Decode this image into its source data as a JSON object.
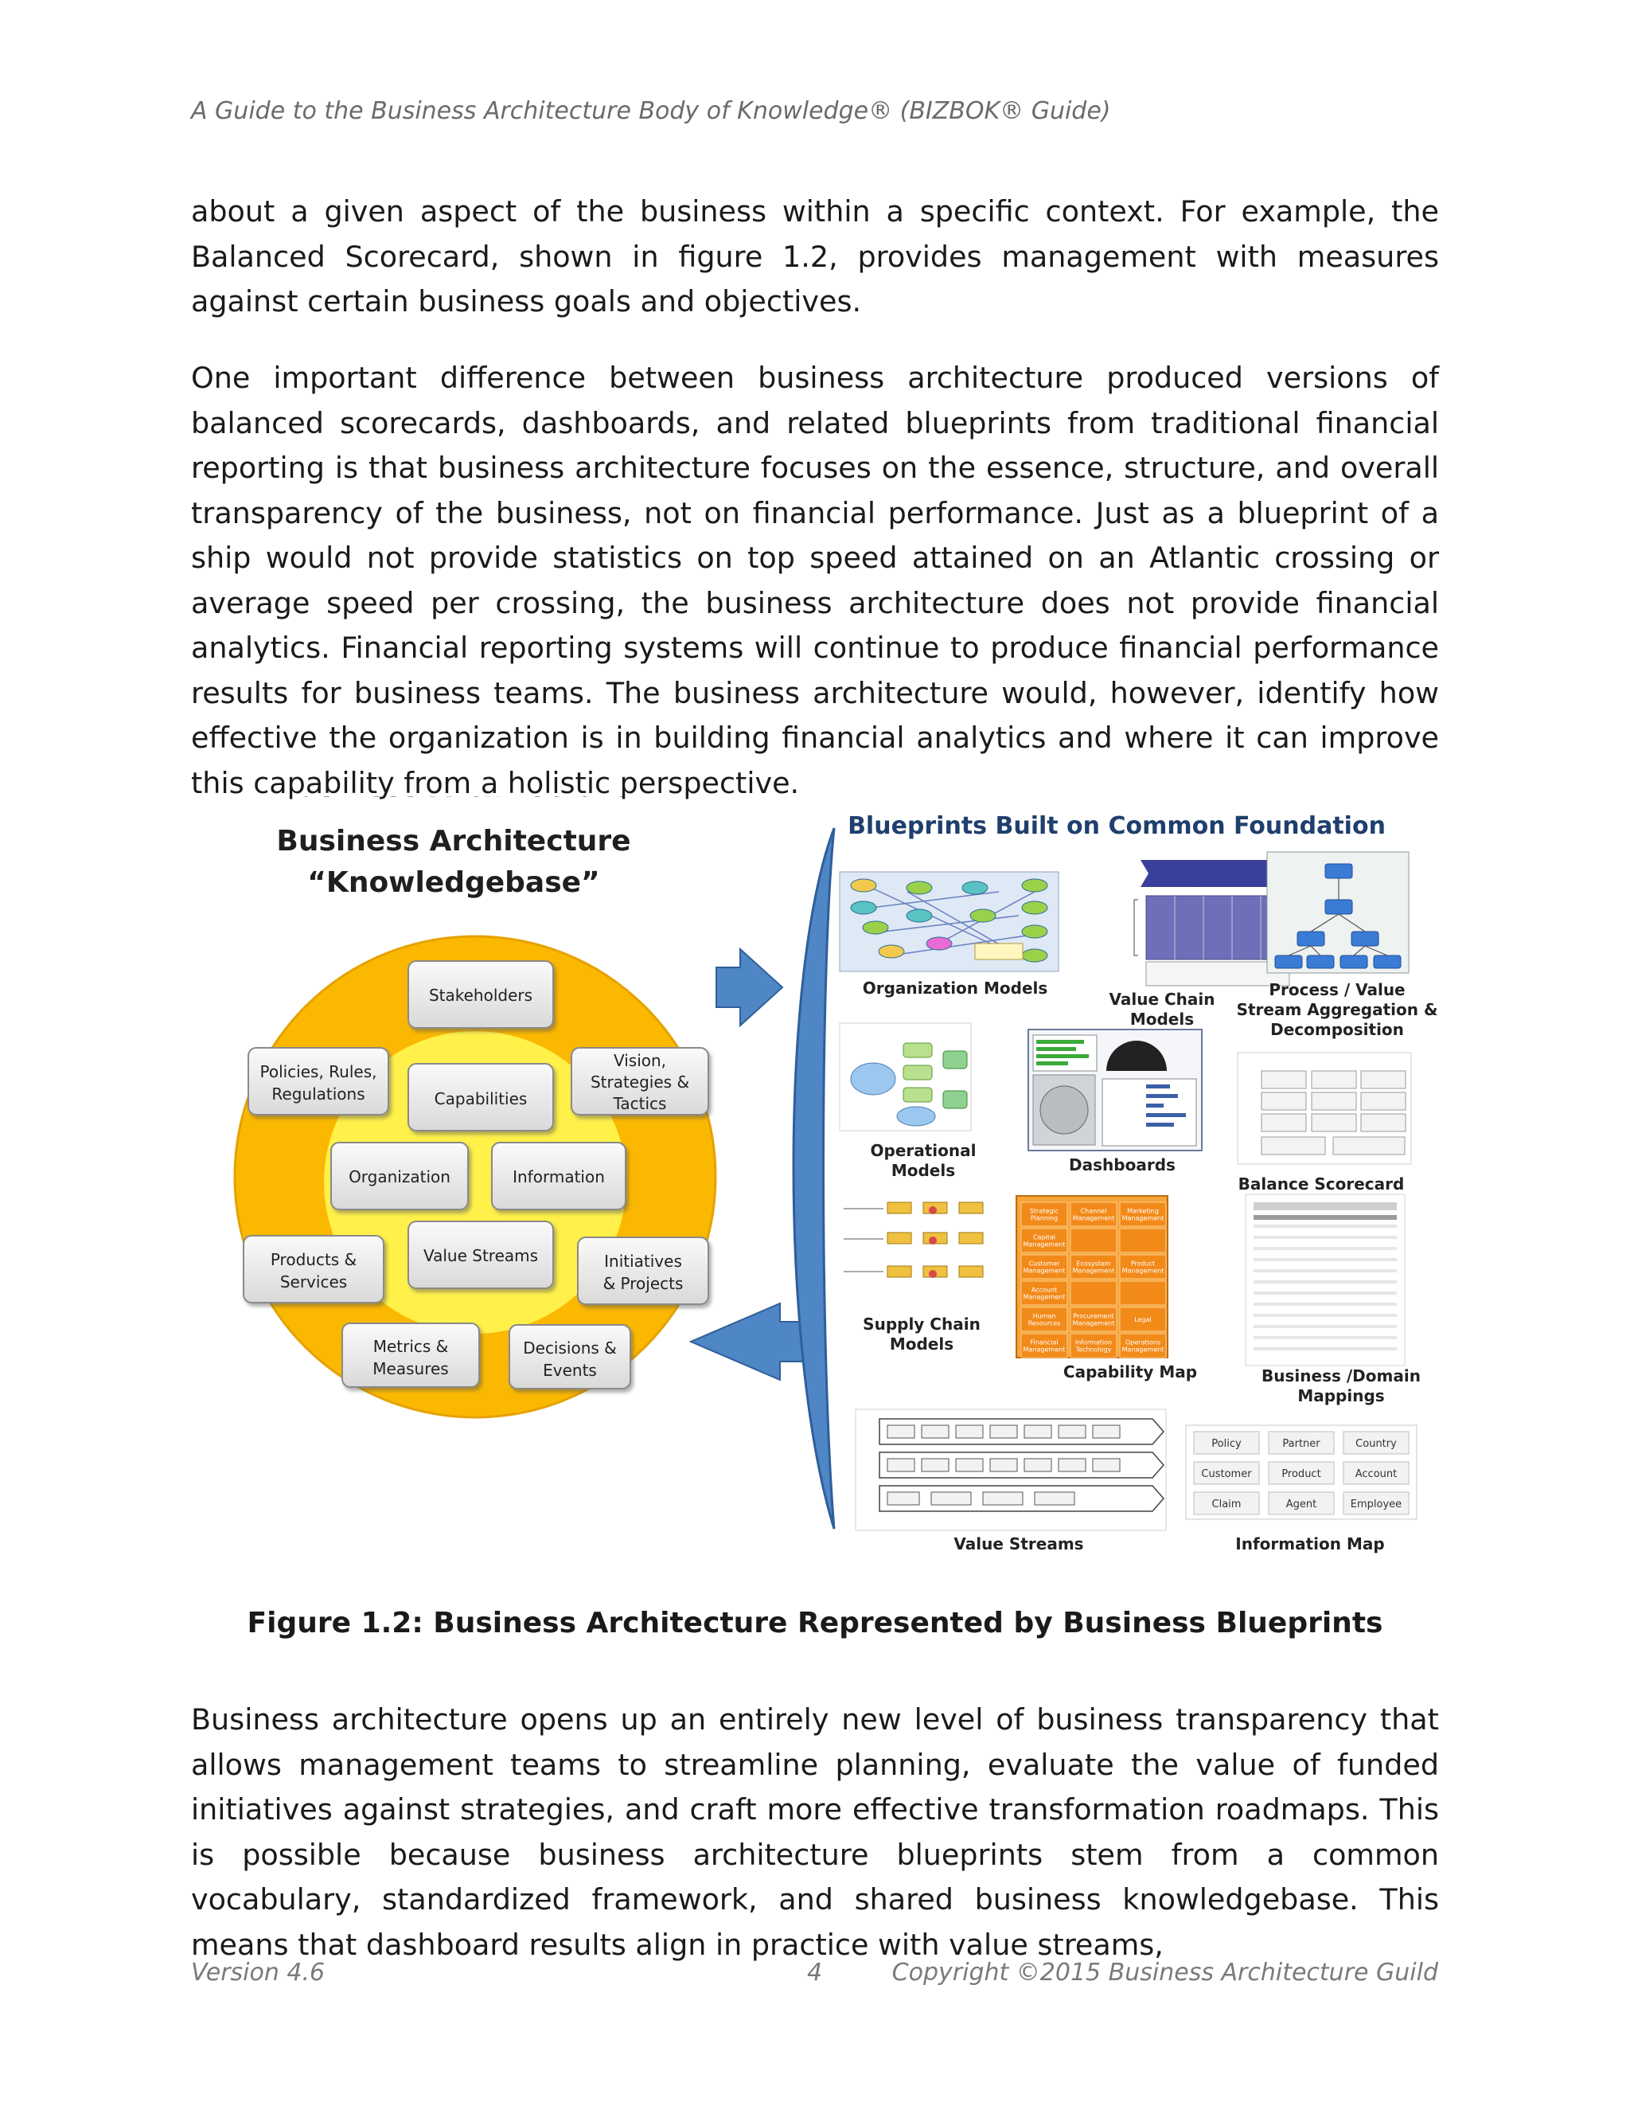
{
  "header": {
    "running_title": "A Guide to the Business Architecture Body of Knowledge® (BIZBOK® Guide)"
  },
  "body": {
    "paragraph_1": "about a given aspect of the business within a specific context. For example, the Balanced Scorecard, shown in figure 1.2, provides management with measures against certain business goals and objectives.",
    "paragraph_2": "One important difference between business architecture produced versions of balanced scorecards, dashboards, and related blueprints from traditional financial reporting is that business architecture focuses on the essence, structure, and overall transparency of the business, not on financial performance. Just as a blueprint of a ship would not provide statistics on top speed attained on an Atlantic crossing or average speed per crossing, the business architecture does not provide financial analytics. Financial reporting systems will continue to produce financial performance results for business teams. The business architecture would, however, identify how effective the organization is in building financial analytics and where it can improve this capability from a holistic perspective.",
    "paragraph_3": "Business architecture opens up an entirely new level of business transparency that allows management teams to streamline planning, evaluate the value of funded initiatives against strategies, and craft more effective transformation roadmaps. This is possible because business architecture blueprints stem from a common vocabulary, standardized framework, and shared business knowledgebase. This means that dashboard results align in practice with value streams,"
  },
  "figure": {
    "knowledgebase_title_line1": "Business Architecture",
    "knowledgebase_title_line2": "“Knowledgebase”",
    "kb_boxes": {
      "stakeholders": "Stakeholders",
      "policies_line1": "Policies, Rules,",
      "policies_line2": "Regulations",
      "capabilities": "Capabilities",
      "vision_line1": "Vision,",
      "vision_line2": "Strategies &",
      "vision_line3": "Tactics",
      "organization": "Organization",
      "information": "Information",
      "products_line1": "Products &",
      "products_line2": "Services",
      "value_streams": "Value Streams",
      "initiatives_line1": "Initiatives",
      "initiatives_line2": "& Projects",
      "metrics_line1": "Metrics &",
      "metrics_line2": "Measures",
      "decisions_line1": "Decisions &",
      "decisions_line2": "Events"
    },
    "blueprints_title": "Blueprints Built on Common Foundation",
    "blueprint_labels": {
      "organization_models": "Organization Models",
      "value_chain_line1": "Value Chain",
      "value_chain_line2": "Models",
      "process_line1": "Process / Value",
      "process_line2": "Stream Aggregation &",
      "process_line3": "Decomposition",
      "operational_line1": "Operational",
      "operational_line2": "Models",
      "dashboards": "Dashboards",
      "balance_scorecard": "Balance Scorecard",
      "supply_chain_line1": "Supply Chain",
      "supply_chain_line2": "Models",
      "capability_map": "Capability Map",
      "business_domain_line1": "Business /Domain",
      "business_domain_line2": "Mappings",
      "value_streams": "Value Streams",
      "information_map": "Information Map"
    },
    "capability_map_cells": [
      "Strategic Planning",
      "Channel Management",
      "Marketing Management",
      "Capital Management",
      "",
      "",
      "Customer Management",
      "Ecosystem Management",
      "Product Management",
      "Account Management",
      "",
      "",
      "Human Resources",
      "Procurement Management",
      "Legal",
      "Financial Management",
      "Information Technology",
      "Operations Management"
    ],
    "information_map_cells": [
      "Policy",
      "Partner",
      "Country",
      "Customer",
      "Product",
      "Account",
      "Claim",
      "Agent",
      "Employee"
    ]
  },
  "caption": "Figure 1.2: Business Architecture Represented by Business Blueprints",
  "footer": {
    "version": "Version 4.6",
    "page_number": "4",
    "copyright": "Copyright ©2015 Business Architecture Guild"
  },
  "colors": {
    "kb_outer_circle": "#fbb800",
    "kb_inner_circle": "#fff04a",
    "kb_box_fill": "#ececec",
    "arrow_blue": "#4f86c6",
    "capability_orange": "#f28a1a",
    "blueprint_blue": "#3a7bd5"
  }
}
